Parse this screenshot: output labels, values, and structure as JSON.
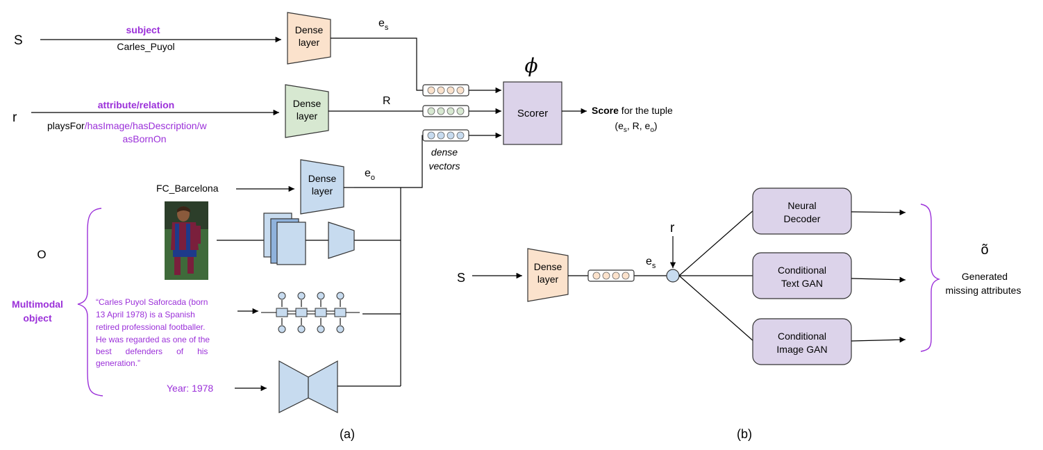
{
  "colors": {
    "dense_orange": "#fbe2cc",
    "dense_green": "#d7e8d1",
    "dense_blue": "#c7dbef",
    "purple_box": "#dcd3ea",
    "purple_text": "#9b30d9",
    "node_blue": "#c7dbef"
  },
  "panel_a": {
    "s_label": "S",
    "subject_label": "subject",
    "subject_value": "Carles_Puyol",
    "dense_label": [
      "Dense",
      "layer"
    ],
    "es_label": "e",
    "es_sub": "s",
    "r_label": "r",
    "relation_label": "attribute/relation",
    "relation_value_black": "playsFor",
    "relation_value_purple": "/hasImage/hasDescription/w",
    "relation_value_line2": "asBornOn",
    "R_label": "R",
    "phi_label": "ϕ",
    "scorer_label": "Scorer",
    "score_bold": "Score",
    "score_rest": " for the tuple",
    "tuple_parts": [
      "(e",
      "s",
      ", R, e",
      "o",
      ")"
    ],
    "dense_vectors": [
      "dense",
      "vectors"
    ],
    "fc_label": "FC_Barcelona",
    "eo_label": "e",
    "eo_sub": "o",
    "o_label": "O",
    "multimodal_label": [
      "Multimodal",
      "object"
    ],
    "description_lines": [
      "“Carles Puyol Saforcada (born",
      "13 April 1978) is a Spanish",
      "retired professional footballer.",
      "He was regarded as one of the",
      "best      defenders      of      his",
      "generation.”"
    ],
    "year_label": "Year: 1978",
    "caption": "(a)"
  },
  "panel_b": {
    "s_label": "S",
    "dense_label": [
      "Dense",
      "layer"
    ],
    "es_label": "e",
    "es_sub": "s",
    "r_label": "r",
    "neural_decoder": [
      "Neural",
      "Decoder"
    ],
    "text_gan": [
      "Conditional",
      "Text GAN"
    ],
    "image_gan": [
      "Conditional",
      "Image GAN"
    ],
    "o_tilde": "õ",
    "generated": [
      "Generated",
      "missing attributes"
    ],
    "caption": "(b)"
  }
}
